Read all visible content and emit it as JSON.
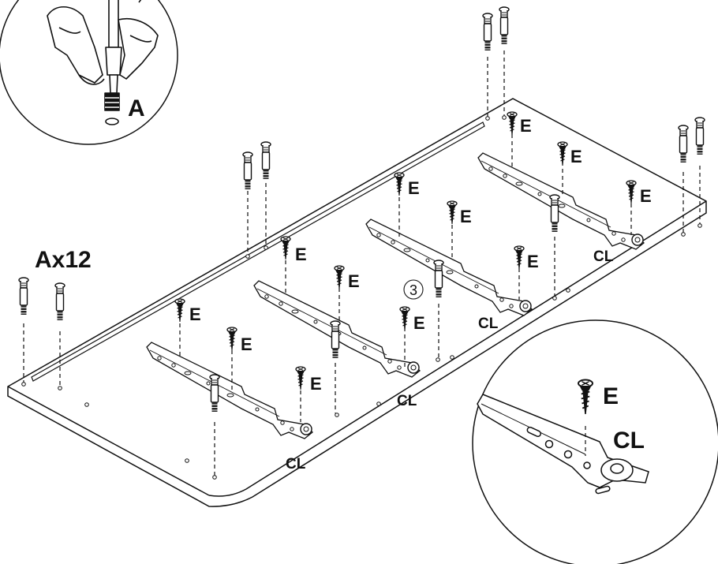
{
  "qty_label": "Ax12",
  "step_number": "3",
  "callout_top_label": "A",
  "callout_bottom": {
    "screw_label": "E",
    "rail_label": "CL"
  },
  "screw_label": "E",
  "rail_label": "CL",
  "colors": {
    "line": "#111111",
    "background": "#ffffff",
    "board_fill": "#ffffff"
  },
  "icons": [
    "cam-dowel-icon",
    "wood-screw-icon",
    "drawer-rail-icon",
    "screwdriver-hand-icon"
  ]
}
